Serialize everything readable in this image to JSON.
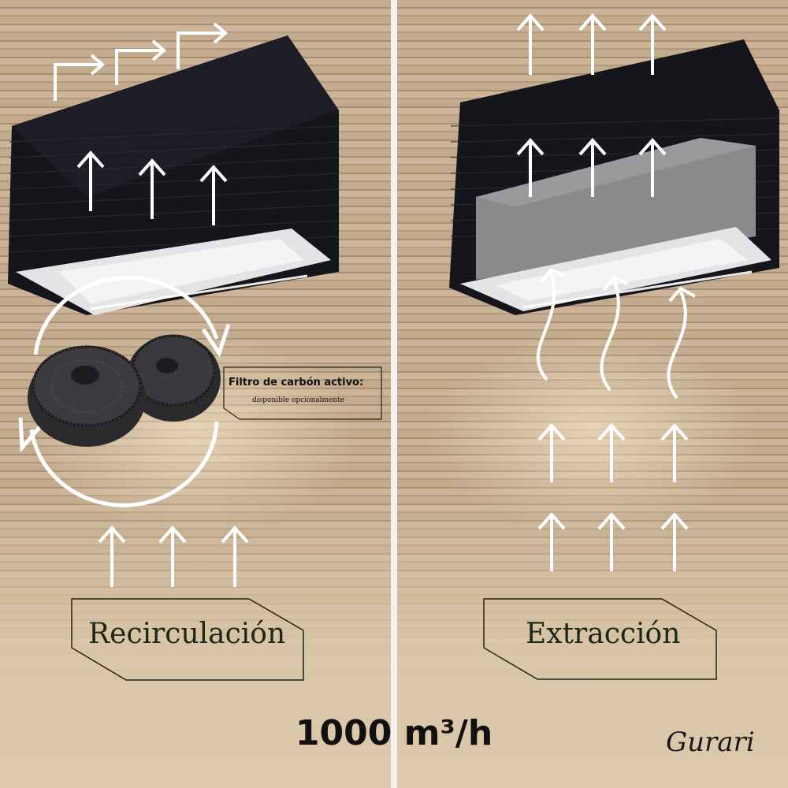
{
  "left_panel": {
    "mode_label": "Recirculación",
    "filter_note": {
      "title": "Filtro de carbón activo:",
      "subtitle": "disponible opcionalmente"
    }
  },
  "right_panel": {
    "mode_label": "Extracción"
  },
  "airflow_rate": "1000 m³/h",
  "brand": "Gurari",
  "colors": {
    "hood_body": "#15151c",
    "hood_panel": "#e4e4e6",
    "arrow": "#ffffff",
    "label_text": "#1e2616",
    "wood_light": "#cbb498",
    "wood_dark": "#a88e70"
  },
  "icons": [
    "arrow-up-icon",
    "arrow-right-icon",
    "circular-arrow-icon",
    "wavy-arrow-icon",
    "carbon-filter-icon"
  ]
}
